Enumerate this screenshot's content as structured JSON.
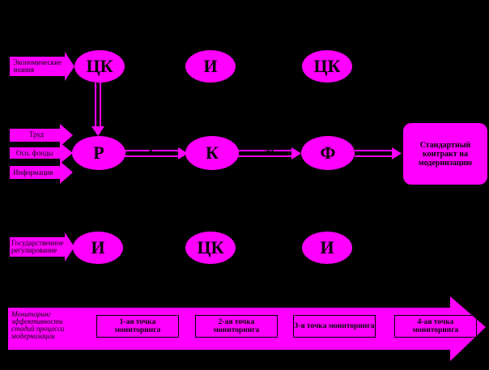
{
  "colors": {
    "background": "#000000",
    "accent": "#ff00ff",
    "text": "#000000"
  },
  "left_labels": {
    "economic_knowledge": "Экономические знания",
    "labor": "Труд",
    "fixed_assets": "Осн. фонды",
    "information": "Информация",
    "state_regulation": "Государственное регулирование"
  },
  "top_row": [
    "ЦК",
    "И",
    "ЦК"
  ],
  "middle_row": [
    "Р",
    "К",
    "Ф"
  ],
  "bottom_row": [
    "И",
    "ЦК",
    "И"
  ],
  "connectors": {
    "x_label": "Х",
    "m_label": "М"
  },
  "result_box": "Стандартный контракт на модернизацию",
  "monitoring": {
    "label": "Мониторинг эффективности стадий процесса модернизации",
    "points": [
      "1-ая точка мониторинга",
      "2-ая точка мониторинга",
      "3-я точка мониторинга",
      "4-ая точка мониторинга"
    ]
  }
}
